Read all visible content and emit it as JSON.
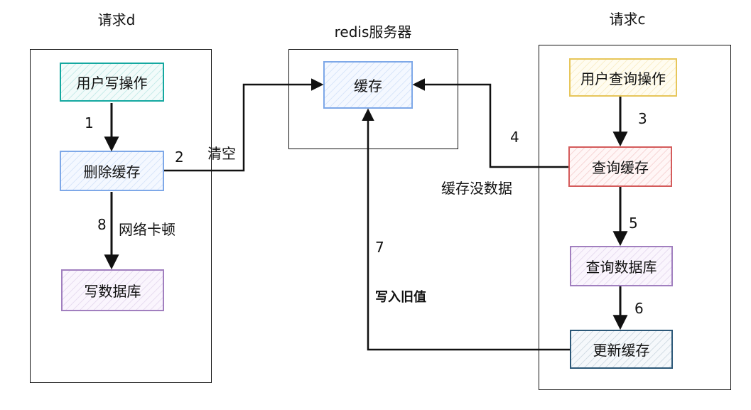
{
  "titles": {
    "request_d": "请求d",
    "redis": "redis服务器",
    "request_c": "请求c"
  },
  "boxes": {
    "user_write": "用户写操作",
    "delete_cache": "删除缓存",
    "write_db": "写数据库",
    "cache": "缓存",
    "user_query": "用户查询操作",
    "query_cache": "查询缓存",
    "query_db": "查询数据库",
    "update_cache": "更新缓存"
  },
  "labels": {
    "step1": "1",
    "step2": "2",
    "step3": "3",
    "step4": "4",
    "step5": "5",
    "step6": "6",
    "step7": "7",
    "step8": "8",
    "clear": "清空",
    "network_stall": "网络卡顿",
    "cache_no_data": "缓存没数据",
    "write_old_value": "写入旧值"
  }
}
